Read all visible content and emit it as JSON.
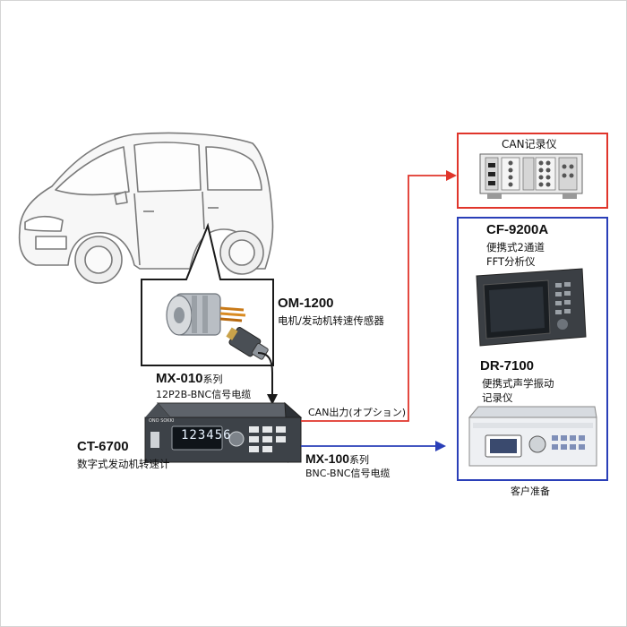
{
  "sensor": {
    "model": "OM-1200",
    "desc": "电机/发动机转速传感器"
  },
  "cable1": {
    "model": "MX-010",
    "suffix": "系列",
    "desc": "12P2B-BNC信号电缆"
  },
  "tachometer": {
    "model": "CT-6700",
    "desc": "数字式发动机转速计",
    "display": "123456",
    "brand": "ONO SOKKI"
  },
  "can_output": {
    "label": "CAN出力(オプション)"
  },
  "cable2": {
    "model": "MX-100",
    "suffix": "系列",
    "desc": "BNC-BNC信号电缆"
  },
  "can_logger": {
    "label": "CAN记录仪"
  },
  "fft_analyzer": {
    "model": "CF-9200A",
    "desc_line1": "便携式2通道",
    "desc_line2": "FFT分析仪"
  },
  "recorder": {
    "model": "DR-7100",
    "desc_line1": "便携式声学振动",
    "desc_line2": "记录仪"
  },
  "customer": {
    "label": "客户准备"
  },
  "colors": {
    "red_line": "#e0352b",
    "blue_line": "#2a3fb8",
    "black_line": "#1a1a1a"
  }
}
